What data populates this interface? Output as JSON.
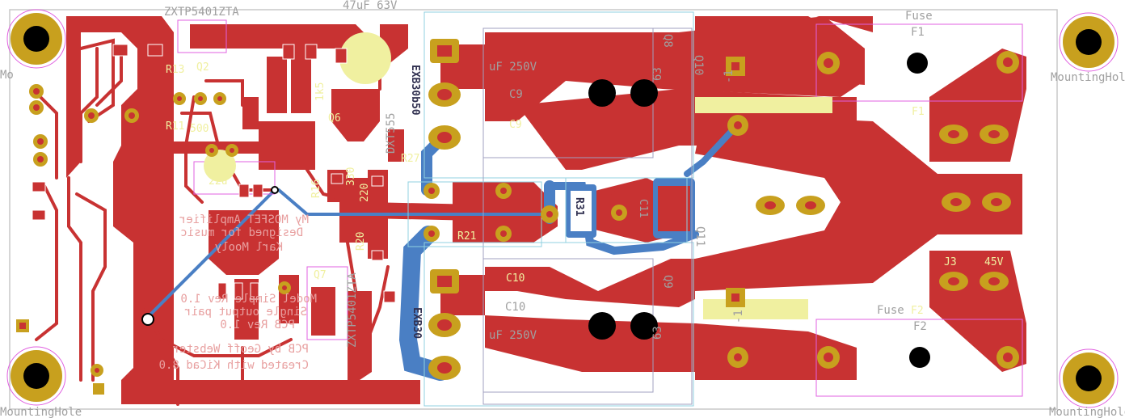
{
  "colors": {
    "copper_front": "#c83232",
    "copper_back": "#4a7fc4",
    "pad": "#c8a01e",
    "silk_front": "#f0f0a0",
    "silk_back": "#e8a0a0",
    "courtyard": "#e060e0",
    "fab": "#90d0e0",
    "edge": "#c8c8c8"
  },
  "top_labels": {
    "q2_part": "ZXTP5401ZTA",
    "c_bulk": "47uF 63V",
    "fuse_top": "Fuse"
  },
  "mounting": {
    "ml_top": "MountingHole",
    "mr_top": "MountingHole",
    "ml_bottom": "MountingHole",
    "mr_bottom": "MountingHole",
    "ml_top_clip": "Mo"
  },
  "refs": {
    "f1": "F1",
    "f1_silk": "F1",
    "f2": "F2",
    "f2_silk": "F2",
    "fuse_bottom": "Fuse",
    "c9": "C9",
    "c9_silk": "C9",
    "c9_val": "uF 250V",
    "c10": "C10",
    "c10_silk": "C10",
    "c10_val": "uF 250V",
    "q10": "Q10",
    "q8": "Q8",
    "q9": "Q9",
    "q11": "Q11",
    "r13": "R13",
    "r11": "R11",
    "r16": "R16",
    "r20": "R20",
    "r27": "R27",
    "r21": "R21",
    "r31": "R31",
    "c11": "C11",
    "q2": "Q2",
    "q6": "Q6",
    "q7": "Q7",
    "r500": "500",
    "r22u": "22u",
    "r1k5": "1k5",
    "r330": "330",
    "r220": "220",
    "dxt": "DXT555",
    "exb": "EXB30b50",
    "exb2": "EXB30",
    "zxt": "ZXTP5401ZTA",
    "v45": "45V",
    "j3": "J3",
    "neg1a": "-1",
    "neg1b": "-1",
    "v63a": "63",
    "v63b": "63"
  },
  "back_silk": [
    "My MOSFET Amplifier",
    "Designed for music",
    "Karl Mooly",
    "Model Simple Rev 1.0",
    "Single output pair",
    "PCB Rev 1.0",
    "PCB by Geoff Webster",
    "Created with KiCad 8.0"
  ]
}
